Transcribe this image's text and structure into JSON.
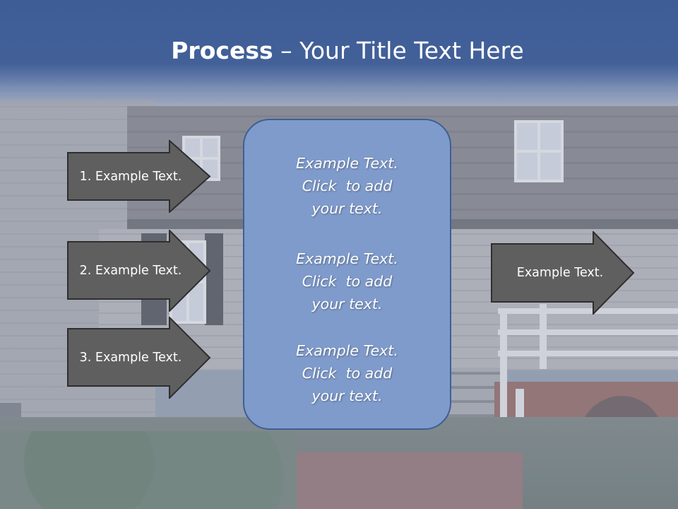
{
  "slide": {
    "title_bold": "Process",
    "title_rest": " – Your Title Text Here"
  },
  "left_arrows": [
    {
      "label": "1. Example Text."
    },
    {
      "label": "2. Example Text."
    },
    {
      "label": "3. Example Text."
    }
  ],
  "right_arrow": {
    "label": "Example Text."
  },
  "center_panel": {
    "blocks": [
      {
        "line1": "Example Text.",
        "line2": "Click  to add",
        "line3": "your text."
      },
      {
        "line1": "Example Text.",
        "line2": "Click  to add",
        "line3": "your text."
      },
      {
        "line1": "Example Text.",
        "line2": "Click  to add",
        "line3": "your text."
      }
    ]
  },
  "colors": {
    "header": "#3e5c95",
    "arrow_fill": "#5f5f5f",
    "panel_fill": "#7f9bcb",
    "panel_border": "#3e5f94",
    "text": "#ffffff"
  }
}
